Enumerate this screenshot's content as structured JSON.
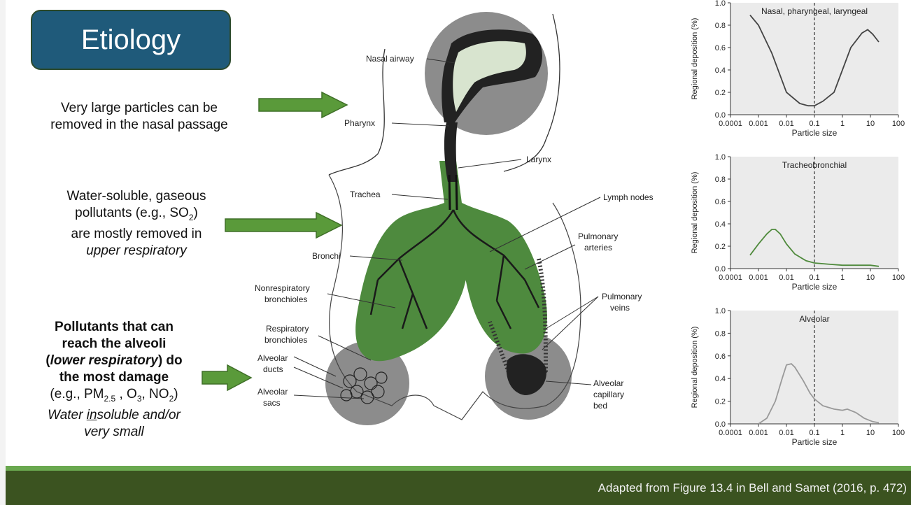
{
  "title": "Etiology",
  "notes": {
    "nasal": [
      "Very large particles can be",
      "removed in the nasal passage"
    ],
    "upper": {
      "line1": "Water-soluble, gaseous",
      "line2_pre": "pollutants (e.g., SO",
      "line2_sub": "2",
      "line2_post": ")",
      "line3": "are mostly removed in",
      "line4": "upper respiratory"
    },
    "lower": {
      "b1": "Pollutants that can",
      "b2": "reach the alveoli",
      "b3_open": "(",
      "b3_italic": "lower respiratory",
      "b3_close": ") do",
      "b4": "the most damage",
      "eg_pre": "(e.g., PM",
      "eg_sub1": "2.5",
      "eg_mid1": " , O",
      "eg_sub2": "3",
      "eg_mid2": ", NO",
      "eg_sub3": "2",
      "eg_post": ")",
      "w1": "Water ",
      "w_under": "in",
      "w2": "soluble and/or",
      "w3": "very small"
    }
  },
  "diagram_labels": {
    "nasal_airway": "Nasal airway",
    "pharynx": "Pharynx",
    "larynx": "Larynx",
    "trachea": "Trachea",
    "lymph_nodes": "Lymph nodes",
    "pulmonary_arteries": [
      "Pulmonary",
      "arteries"
    ],
    "bronchi": "Bronchi",
    "nonrespiratory_bronchioles": [
      "Nonrespiratory",
      "bronchioles"
    ],
    "pulmonary_veins": [
      "Pulmonary",
      "veins"
    ],
    "respiratory_bronchioles": [
      "Respiratory",
      "bronchioles"
    ],
    "alveolar_ducts": [
      "Alveolar",
      "ducts"
    ],
    "alveolar_sacs": [
      "Alveolar",
      "sacs"
    ],
    "alveolar_capillary_bed": [
      "Alveolar",
      "capillary",
      "bed"
    ]
  },
  "chart_data": [
    {
      "type": "line",
      "title": "Nasal, pharyngeal, laryngeal",
      "xlabel": "Particle size",
      "ylabel": "Regional deposition (%)",
      "xscale": "log",
      "xlim": [
        0.0001,
        100
      ],
      "ylim": [
        0,
        1.0
      ],
      "xticks": [
        "0.0001",
        "0.001",
        "0.01",
        "0.1",
        "1",
        "10",
        "100"
      ],
      "yticks": [
        "0.0",
        "0.2",
        "0.4",
        "0.6",
        "0.8",
        "1.0"
      ],
      "reference_line_x": 0.1,
      "color": "#444444",
      "x": [
        0.0005,
        0.001,
        0.003,
        0.01,
        0.03,
        0.06,
        0.1,
        0.2,
        0.5,
        1,
        2,
        5,
        8,
        12,
        20
      ],
      "y": [
        0.89,
        0.8,
        0.55,
        0.2,
        0.1,
        0.08,
        0.08,
        0.12,
        0.2,
        0.4,
        0.6,
        0.73,
        0.76,
        0.72,
        0.65
      ]
    },
    {
      "type": "line",
      "title": "Tracheobronchial",
      "xlabel": "Particle size",
      "ylabel": "Regional deposition (%)",
      "xscale": "log",
      "xlim": [
        0.0001,
        100
      ],
      "ylim": [
        0,
        1.0
      ],
      "xticks": [
        "0.0001",
        "0.001",
        "0.01",
        "0.1",
        "1",
        "10",
        "100"
      ],
      "yticks": [
        "0.0",
        "0.2",
        "0.4",
        "0.6",
        "0.8",
        "1.0"
      ],
      "reference_line_x": 0.1,
      "color": "#4f8a3c",
      "x": [
        0.0005,
        0.001,
        0.002,
        0.003,
        0.004,
        0.006,
        0.01,
        0.02,
        0.05,
        0.1,
        0.3,
        1,
        3,
        10,
        20
      ],
      "y": [
        0.12,
        0.22,
        0.31,
        0.35,
        0.35,
        0.31,
        0.22,
        0.13,
        0.07,
        0.05,
        0.04,
        0.03,
        0.03,
        0.03,
        0.02
      ]
    },
    {
      "type": "line",
      "title": "Alveolar",
      "xlabel": "Particle size",
      "ylabel": "Regional deposition (%)",
      "xscale": "log",
      "xlim": [
        0.0001,
        100
      ],
      "ylim": [
        0,
        1.0
      ],
      "xticks": [
        "0.0001",
        "0.001",
        "0.01",
        "0.1",
        "1",
        "10",
        "100"
      ],
      "yticks": [
        "0.0",
        "0.2",
        "0.4",
        "0.6",
        "0.8",
        "1.0"
      ],
      "reference_line_x": 0.1,
      "color": "#999999",
      "x": [
        0.001,
        0.002,
        0.004,
        0.007,
        0.01,
        0.015,
        0.02,
        0.04,
        0.07,
        0.1,
        0.2,
        0.5,
        1,
        1.5,
        3,
        6,
        12,
        20
      ],
      "y": [
        0.0,
        0.05,
        0.2,
        0.4,
        0.52,
        0.53,
        0.5,
        0.38,
        0.27,
        0.22,
        0.16,
        0.13,
        0.12,
        0.13,
        0.1,
        0.05,
        0.02,
        0.01
      ]
    }
  ],
  "footer": "Adapted from Figure 13.4 in Bell and Samet (2016, p. 472)",
  "colors": {
    "title_bg": "#1f5a7a",
    "arrow_green": "#5a9a3a",
    "lung_green": "#4e8a3e",
    "footer_bg": "#3b5320",
    "footer_stripe": "#6aa84f",
    "chart_bg": "#ebebeb"
  }
}
